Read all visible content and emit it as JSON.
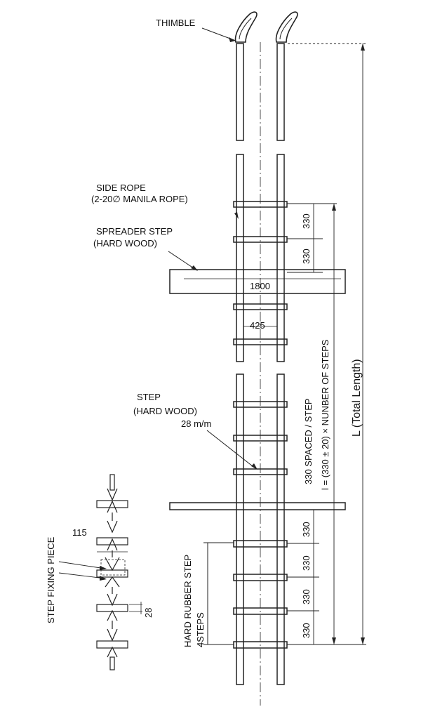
{
  "labels": {
    "thimble": "THIMBLE",
    "side_rope_1": "SIDE ROPE",
    "side_rope_2": "(2-20∅ MANILA ROPE)",
    "spreader_1": "SPREADER STEP",
    "spreader_2": "(HARD WOOD)",
    "step_1": "STEP",
    "step_2": "(HARD WOOD)",
    "step_size": "28 m/m",
    "step_fixing": "STEP FIXING PIECE",
    "hard_rubber_1": "HARD RUBBER STEP",
    "hard_rubber_2": "4STEPS"
  },
  "dimensions": {
    "d330": "330",
    "width_1800": "1800",
    "width_425": "425",
    "d115": "115",
    "d28": "28",
    "spaced": "330 SPACED / STEP",
    "formula": "l = (330 ± 20) × NUNBER OF STEPS",
    "total": "L (Total Length)"
  }
}
